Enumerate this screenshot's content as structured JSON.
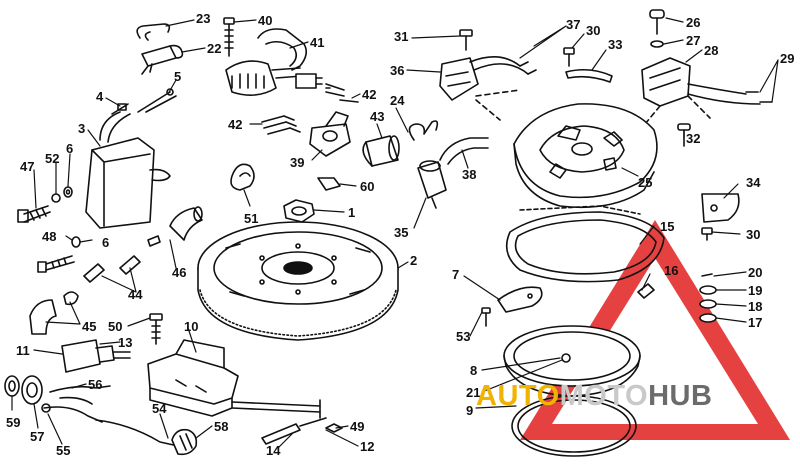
{
  "diagram": {
    "callouts": [
      {
        "id": "23",
        "text": "23"
      },
      {
        "id": "22",
        "text": "22"
      },
      {
        "id": "40",
        "text": "40"
      },
      {
        "id": "41",
        "text": "41"
      },
      {
        "id": "31",
        "text": "31"
      },
      {
        "id": "37",
        "text": "37"
      },
      {
        "id": "30a",
        "text": "30"
      },
      {
        "id": "33",
        "text": "33"
      },
      {
        "id": "26",
        "text": "26"
      },
      {
        "id": "27",
        "text": "27"
      },
      {
        "id": "28",
        "text": "28"
      },
      {
        "id": "29",
        "text": "29"
      },
      {
        "id": "36",
        "text": "36"
      },
      {
        "id": "5",
        "text": "5"
      },
      {
        "id": "4",
        "text": "4"
      },
      {
        "id": "42a",
        "text": "42"
      },
      {
        "id": "42b",
        "text": "42"
      },
      {
        "id": "24",
        "text": "24"
      },
      {
        "id": "43",
        "text": "43"
      },
      {
        "id": "3",
        "text": "3"
      },
      {
        "id": "52",
        "text": "52"
      },
      {
        "id": "6a",
        "text": "6"
      },
      {
        "id": "47",
        "text": "47"
      },
      {
        "id": "39",
        "text": "39"
      },
      {
        "id": "38",
        "text": "38"
      },
      {
        "id": "32",
        "text": "32"
      },
      {
        "id": "25",
        "text": "25"
      },
      {
        "id": "60",
        "text": "60"
      },
      {
        "id": "34",
        "text": "34"
      },
      {
        "id": "51",
        "text": "51"
      },
      {
        "id": "1",
        "text": "1"
      },
      {
        "id": "35",
        "text": "35"
      },
      {
        "id": "30b",
        "text": "30"
      },
      {
        "id": "15",
        "text": "15"
      },
      {
        "id": "48",
        "text": "48"
      },
      {
        "id": "6b",
        "text": "6"
      },
      {
        "id": "46",
        "text": "46"
      },
      {
        "id": "2",
        "text": "2"
      },
      {
        "id": "7",
        "text": "7"
      },
      {
        "id": "16",
        "text": "16"
      },
      {
        "id": "20",
        "text": "20"
      },
      {
        "id": "19",
        "text": "19"
      },
      {
        "id": "18",
        "text": "18"
      },
      {
        "id": "17",
        "text": "17"
      },
      {
        "id": "44",
        "text": "44"
      },
      {
        "id": "45",
        "text": "45"
      },
      {
        "id": "50",
        "text": "50"
      },
      {
        "id": "10",
        "text": "10"
      },
      {
        "id": "53",
        "text": "53"
      },
      {
        "id": "11",
        "text": "11"
      },
      {
        "id": "13",
        "text": "13"
      },
      {
        "id": "8",
        "text": "8"
      },
      {
        "id": "56",
        "text": "56"
      },
      {
        "id": "21",
        "text": "21"
      },
      {
        "id": "59",
        "text": "59"
      },
      {
        "id": "57",
        "text": "57"
      },
      {
        "id": "55",
        "text": "55"
      },
      {
        "id": "54",
        "text": "54"
      },
      {
        "id": "58",
        "text": "58"
      },
      {
        "id": "9",
        "text": "9"
      },
      {
        "id": "49",
        "text": "49"
      },
      {
        "id": "12",
        "text": "12"
      },
      {
        "id": "14",
        "text": "14"
      }
    ]
  },
  "watermark": {
    "part1": "AUTO",
    "part2": "MOTO",
    "part3": "HUB",
    "colors": {
      "auto": "#f0b400",
      "moto": "#c9c9c9",
      "hub": "#6b6b6b",
      "triangle": "#e02020"
    }
  }
}
